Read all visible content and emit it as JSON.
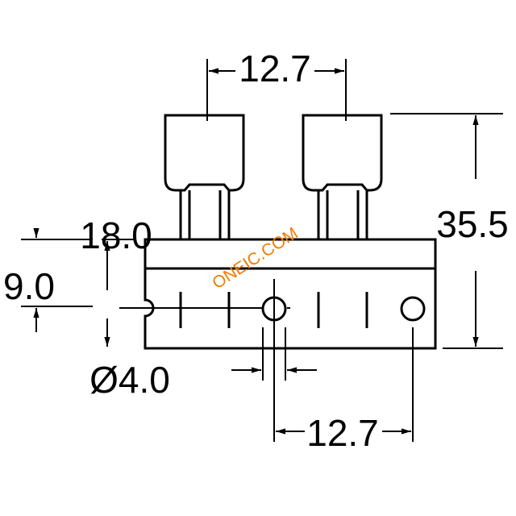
{
  "dimensions": {
    "top_spacing": "12.7",
    "overall_height": "35.5",
    "base_height": "18.0",
    "hole_offset": "9.0",
    "hole_diameter": "Ø4.0",
    "bottom_spacing": "12.7"
  },
  "watermark": "ONEIC.COM",
  "colors": {
    "line": "#000000",
    "watermark": "#f07c00"
  }
}
